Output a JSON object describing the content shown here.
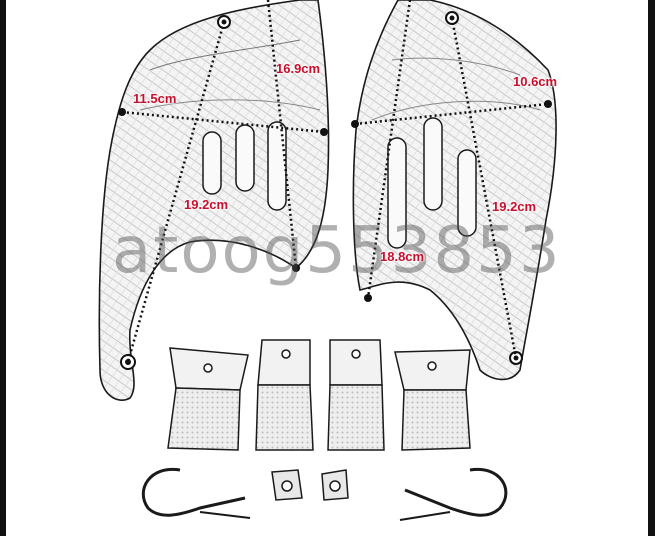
{
  "image": {
    "subject": "Motorcycle carbon-fiber heat shield pair with mounting brackets and clamps",
    "watermark": "atoog5",
    "watermark_extra": "53853"
  },
  "measurements": {
    "left_top": "16.9cm",
    "left_width": "11.5cm",
    "left_height": "19.2cm",
    "right_top": "10.6cm",
    "right_height": "19.2cm",
    "right_diagonal": "18.8cm"
  },
  "colors": {
    "dimension_text": "#c8102e",
    "outline": "#1a1a1a",
    "background": "#ffffff"
  }
}
